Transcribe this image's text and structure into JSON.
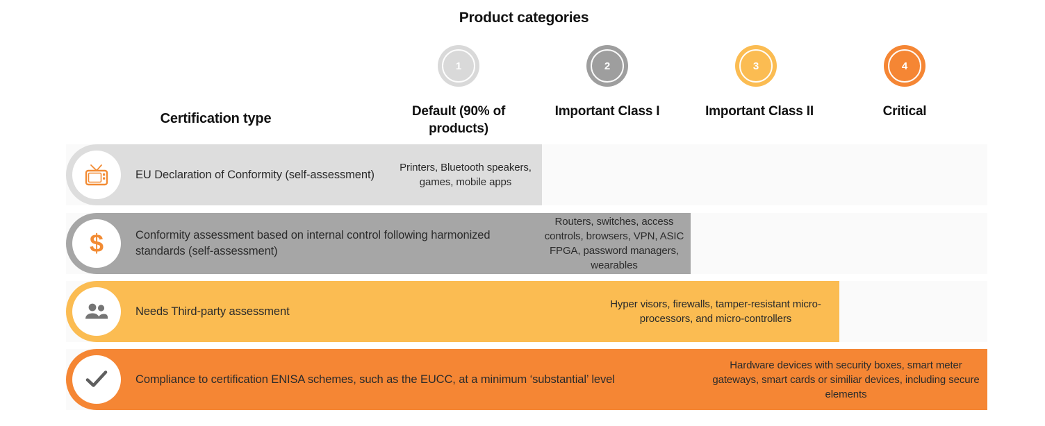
{
  "title": "Product categories",
  "headers": {
    "certification_type": "Certification type",
    "categories": [
      {
        "number": "1",
        "label": "Default (90% of products)",
        "color": "#d9d9d9"
      },
      {
        "number": "2",
        "label": "Important Class I",
        "color": "#9e9e9e"
      },
      {
        "number": "3",
        "label": "Important Class II",
        "color": "#fbbc52"
      },
      {
        "number": "4",
        "label": "Critical",
        "color": "#f58634"
      }
    ]
  },
  "rows": [
    {
      "icon": "tv-icon",
      "label": "EU Declaration of Conformity (self-assessment)",
      "category_text": "Printers, Bluetooth speakers, games, mobile apps",
      "bar_color": "#dddddd",
      "track_color": "#fafafa"
    },
    {
      "icon": "dollar-icon",
      "label": "Conformity assessment based on internal control following harmonized standards (self-assessment)",
      "category_text": "Routers, switches, access controls, browsers, VPN, ASIC FPGA, password managers, wearables",
      "bar_color": "#a6a6a6",
      "track_color": "#fafafa"
    },
    {
      "icon": "people-icon",
      "label": "Needs Third-party assessment",
      "category_text": "Hyper visors, firewalls, tamper-resistant micro-processors, and micro-controllers",
      "bar_color": "#fbbc52",
      "track_color": "#fafafa"
    },
    {
      "icon": "check-icon",
      "label": "Compliance to certification ENISA schemes, such as the EUCC, at a minimum ‘substantial’ level",
      "category_text": "Hardware devices with security boxes, smart meter gateways, smart cards or similiar devices, including secure elements",
      "bar_color": "#f58634",
      "track_color": "#fafafa"
    }
  ],
  "colors": {
    "accent_orange": "#f58634",
    "light_orange": "#fbbc52",
    "gray_mid": "#a6a6a6",
    "gray_light": "#dddddd",
    "icon_gray": "#757575",
    "text": "#2b2b2b"
  }
}
